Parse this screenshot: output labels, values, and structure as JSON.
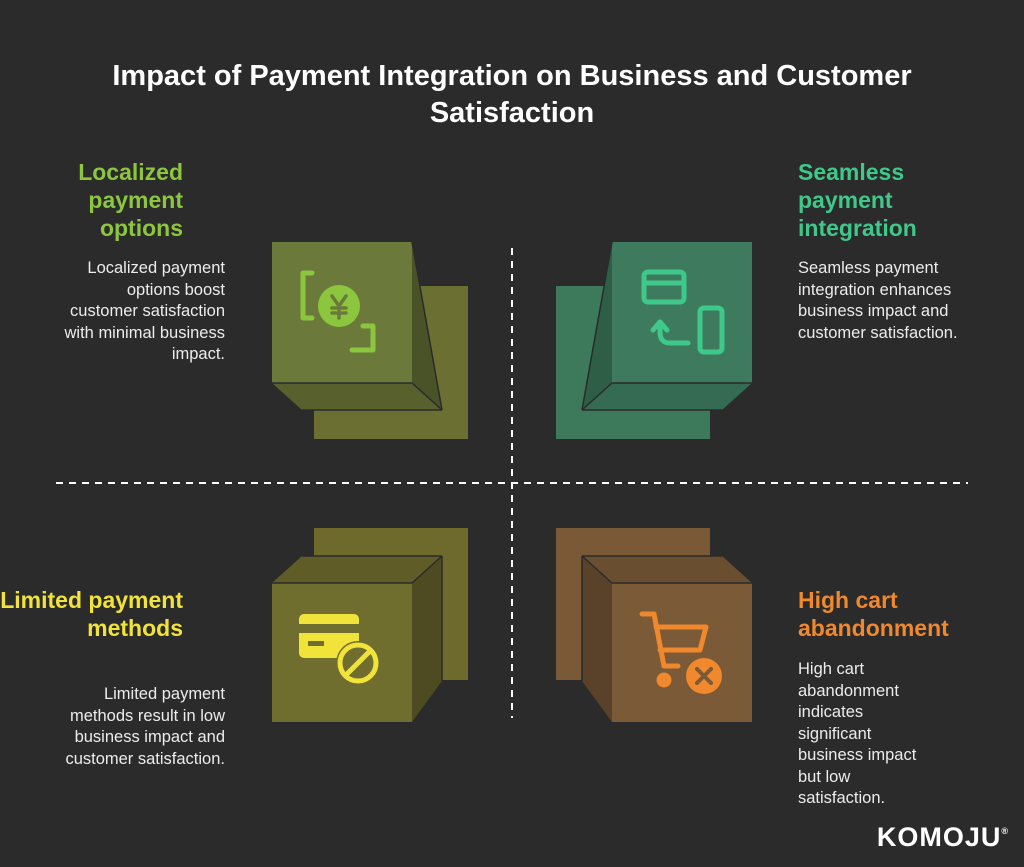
{
  "title": "Impact of Payment Integration on Business and Customer Satisfaction",
  "quadrants": {
    "top_left": {
      "heading": "Localized payment options",
      "description": "Localized payment options boost customer satisfaction with minimal business impact.",
      "icon": "yen-exchange-icon",
      "color": "#8cc63f"
    },
    "top_right": {
      "heading": "Seamless payment integration",
      "description": "Seamless payment integration enhances business impact and customer satisfaction.",
      "icon": "card-to-phone-icon",
      "color": "#3ec98a"
    },
    "bottom_left": {
      "heading": "Limited payment methods",
      "description": "Limited payment methods result in low business impact and customer satisfaction.",
      "icon": "blocked-card-icon",
      "color": "#f2e33b"
    },
    "bottom_right": {
      "heading": "High cart abandonment",
      "description": "High cart abandonment indicates significant business impact but low satisfaction.",
      "icon": "cart-remove-icon",
      "color": "#f0882e"
    }
  },
  "logo": {
    "text": "KOMOJU",
    "mark": "®"
  }
}
